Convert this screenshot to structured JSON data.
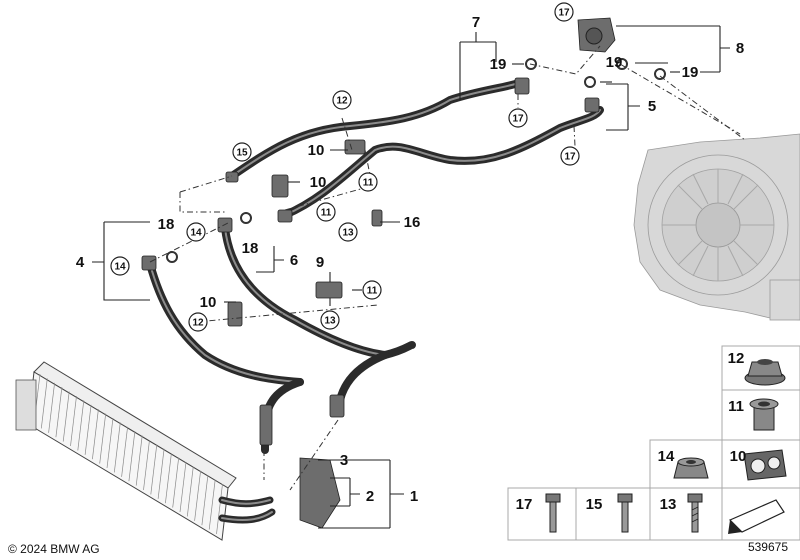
{
  "copyright": "© 2024 BMW AG",
  "diagram_number": "539675",
  "part_labels": [
    "1",
    "2",
    "3",
    "4",
    "5",
    "6",
    "7",
    "8",
    "9",
    "10",
    "11",
    "12",
    "13",
    "14",
    "15",
    "16",
    "17",
    "18",
    "19"
  ],
  "legend_parts": [
    "12",
    "11",
    "14",
    "10",
    "17",
    "15",
    "13"
  ],
  "colors": {
    "hose": "#2b2b2b",
    "transmission": "#d8d8d8",
    "line": "#222222"
  }
}
